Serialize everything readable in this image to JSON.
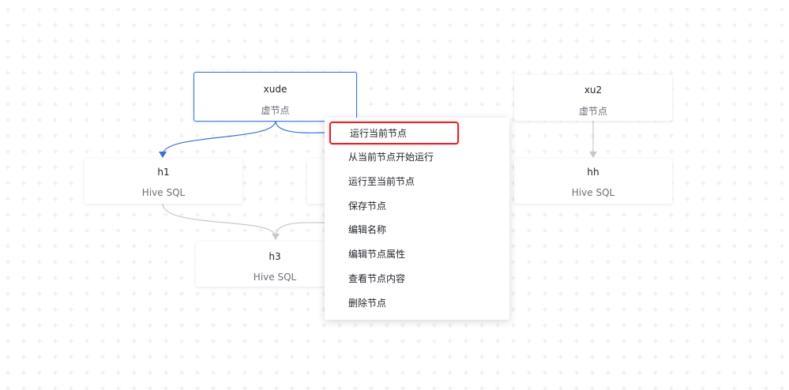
{
  "colors": {
    "accent": "#3b6fd8",
    "edge": "#c6c9cf",
    "highlight": "#d8262c",
    "grid": "#e6e8eb"
  },
  "nodes": {
    "xude": {
      "name": "xude",
      "type": "虚节点",
      "selected": true
    },
    "xu2": {
      "name": "xu2",
      "type": "虚节点"
    },
    "h1": {
      "name": "h1",
      "type": "Hive SQL"
    },
    "hh": {
      "name": "hh",
      "type": "Hive SQL"
    },
    "h3": {
      "name": "h3",
      "type": "Hive SQL"
    }
  },
  "context_menu": {
    "items": [
      {
        "label": "运行当前节点",
        "highlighted": true
      },
      {
        "label": "从当前节点开始运行"
      },
      {
        "label": "运行至当前节点"
      },
      {
        "label": "保存节点"
      },
      {
        "label": "编辑名称"
      },
      {
        "label": "编辑节点属性"
      },
      {
        "label": "查看节点内容"
      },
      {
        "label": "删除节点"
      }
    ]
  }
}
